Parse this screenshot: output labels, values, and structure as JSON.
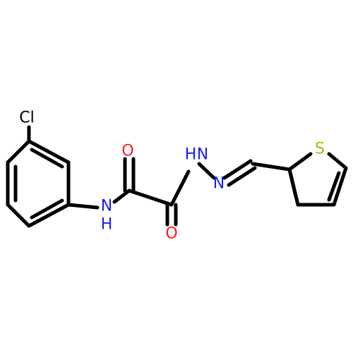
{
  "molecule": {
    "atoms": {
      "cl": {
        "label": "Cl",
        "color": "#000000"
      },
      "nh_amide_n": {
        "label": "N",
        "color": "#1a1aff"
      },
      "nh_amide_h": {
        "label": "H",
        "color": "#1a1aff"
      },
      "o_amide": {
        "label": "O",
        "color": "#ff1a1a"
      },
      "o_hydrazide": {
        "label": "O",
        "color": "#ff1a1a"
      },
      "n_hydrazide": {
        "label": "N",
        "color": "#1a1aff"
      },
      "h_hydrazide": {
        "label": "H",
        "color": "#1a1aff"
      },
      "n_imine": {
        "label": "N",
        "color": "#1a1aff"
      },
      "s_thiophene": {
        "label": "S",
        "color": "#b3b300"
      }
    }
  }
}
